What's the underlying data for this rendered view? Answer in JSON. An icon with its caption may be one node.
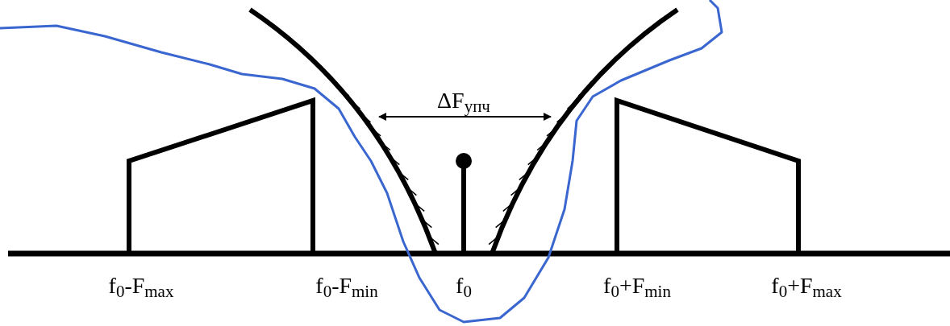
{
  "diagram": {
    "labels": [
      "ΔF$_{упч}$",
      "f$_{0}$-F$_{max}$",
      "f$_{0}$-F$_{min}$",
      "f$_{0}$",
      "f$_{0}$+F$_{min}$",
      "f$_{0}$+F$_{max}$"
    ]
  }
}
